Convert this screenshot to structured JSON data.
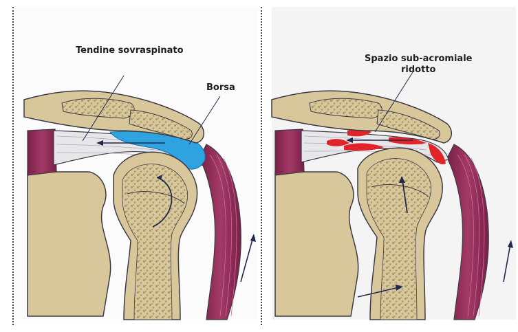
{
  "labels": {
    "tendon": "Tendine sovraspinato",
    "bursa": "Borsa",
    "space_line1": "Spazio sub-acromiale",
    "space_line2": "ridotto"
  },
  "colors": {
    "bone": "#d9c79c",
    "bone_outline": "#3c3a44",
    "spongy": "#b8a87a",
    "muscle": "#8b2a55",
    "muscle_light": "#b04a72",
    "tendon": "#e7e7ea",
    "bursa": "#2fa2e0",
    "inflamed": "#e0242a",
    "background": "#ffffff",
    "panel_bg": "#fbfbfb",
    "divider": "#3a3a55",
    "arrow": "#1e2a48"
  }
}
